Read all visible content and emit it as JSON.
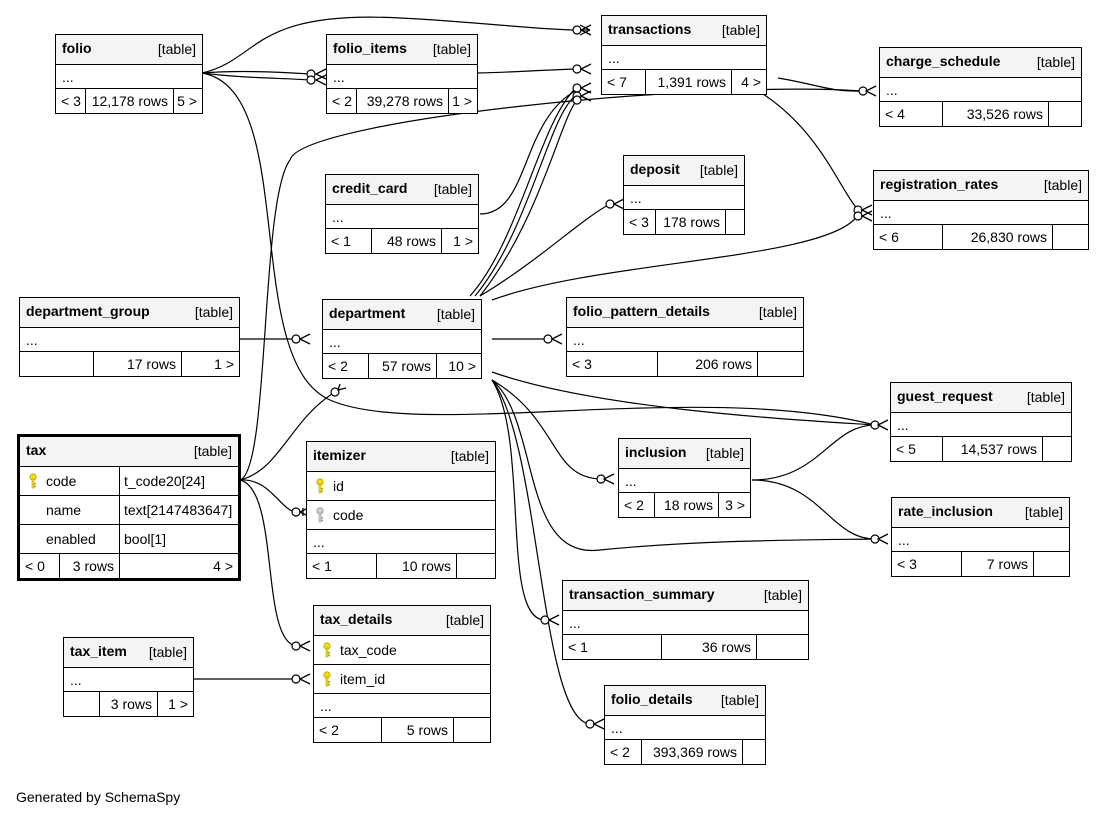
{
  "footer": {
    "text": "Generated by SchemaSpy"
  },
  "colors": {
    "line": "#000000",
    "header_bg": "#f4f4f4",
    "primary_key": "#f2dc13",
    "foreign_key": "#bdbdbd"
  },
  "tables": {
    "folio": {
      "name": "folio",
      "type": "[table]",
      "ellipsis": "...",
      "parents": "< 3",
      "rows": "12,178 rows",
      "children": "5 >"
    },
    "folio_items": {
      "name": "folio_items",
      "type": "[table]",
      "ellipsis": "...",
      "parents": "< 2",
      "rows": "39,278 rows",
      "children": "1 >"
    },
    "transactions": {
      "name": "transactions",
      "type": "[table]",
      "ellipsis": "...",
      "parents": "< 7",
      "rows": "1,391 rows",
      "children": "4 >"
    },
    "charge_schedule": {
      "name": "charge_schedule",
      "type": "[table]",
      "ellipsis": "...",
      "parents": "< 4",
      "rows": "33,526 rows",
      "children": ""
    },
    "credit_card": {
      "name": "credit_card",
      "type": "[table]",
      "ellipsis": "...",
      "parents": "< 1",
      "rows": "48 rows",
      "children": "1 >"
    },
    "deposit": {
      "name": "deposit",
      "type": "[table]",
      "ellipsis": "...",
      "parents": "< 3",
      "rows": "178 rows",
      "children": ""
    },
    "registration_rates": {
      "name": "registration_rates",
      "type": "[table]",
      "ellipsis": "...",
      "parents": "< 6",
      "rows": "26,830 rows",
      "children": ""
    },
    "department_group": {
      "name": "department_group",
      "type": "[table]",
      "ellipsis": "...",
      "parents": "",
      "rows": "17 rows",
      "children": "1 >"
    },
    "department": {
      "name": "department",
      "type": "[table]",
      "ellipsis": "...",
      "parents": "< 2",
      "rows": "57 rows",
      "children": "10 >"
    },
    "folio_pattern_details": {
      "name": "folio_pattern_details",
      "type": "[table]",
      "ellipsis": "...",
      "parents": "< 3",
      "rows": "206 rows",
      "children": ""
    },
    "guest_request": {
      "name": "guest_request",
      "type": "[table]",
      "ellipsis": "...",
      "parents": "< 5",
      "rows": "14,537 rows",
      "children": ""
    },
    "tax": {
      "name": "tax",
      "type": "[table]",
      "columns": [
        {
          "name": "code",
          "type": "t_code20[24]"
        },
        {
          "name": "name",
          "type": "text[2147483647]"
        },
        {
          "name": "enabled",
          "type": "bool[1]"
        }
      ],
      "parents": "< 0",
      "rows": "3 rows",
      "children": "4 >"
    },
    "itemizer": {
      "name": "itemizer",
      "type": "[table]",
      "columns": [
        {
          "name": "id"
        },
        {
          "name": "code"
        }
      ],
      "ellipsis": "...",
      "parents": "< 1",
      "rows": "10 rows",
      "children": ""
    },
    "inclusion": {
      "name": "inclusion",
      "type": "[table]",
      "ellipsis": "...",
      "parents": "< 2",
      "rows": "18 rows",
      "children": "3 >"
    },
    "rate_inclusion": {
      "name": "rate_inclusion",
      "type": "[table]",
      "ellipsis": "...",
      "parents": "< 3",
      "rows": "7 rows",
      "children": ""
    },
    "transaction_summary": {
      "name": "transaction_summary",
      "type": "[table]",
      "ellipsis": "...",
      "parents": "< 1",
      "rows": "36 rows",
      "children": ""
    },
    "tax_item": {
      "name": "tax_item",
      "type": "[table]",
      "ellipsis": "...",
      "parents": "",
      "rows": "3 rows",
      "children": "1 >"
    },
    "tax_details": {
      "name": "tax_details",
      "type": "[table]",
      "columns": [
        {
          "name": "tax_code"
        },
        {
          "name": "item_id"
        }
      ],
      "ellipsis": "...",
      "parents": "< 2",
      "rows": "5 rows",
      "children": ""
    },
    "folio_details": {
      "name": "folio_details",
      "type": "[table]",
      "ellipsis": "...",
      "parents": "< 2",
      "rows": "393,369 rows",
      "children": ""
    }
  }
}
